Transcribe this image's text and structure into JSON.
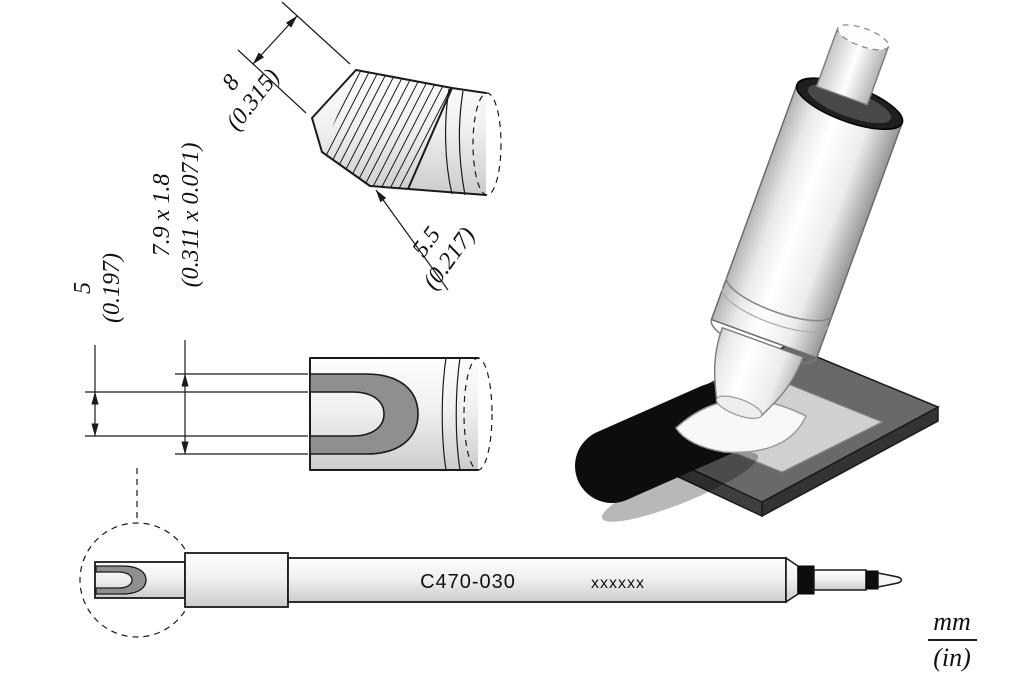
{
  "drawing": {
    "part_number": "C470-030",
    "serial_mask": "xxxxxx",
    "units": {
      "metric": "mm",
      "imperial": "(in)"
    },
    "dimensions": {
      "bevel_length": {
        "mm": "8",
        "in": "(0.315)"
      },
      "face_length": {
        "mm": "5.5",
        "in": "(0.217)"
      },
      "blade_section": {
        "mm": "7.9 x 1.8",
        "in": "(0.311 x 0.071)"
      },
      "slot_width": {
        "mm": "5",
        "in": "(0.197)"
      }
    },
    "colors": {
      "line": "#1a1a1a",
      "slot_shade": "#8f8f8f",
      "plate": "#696969",
      "chip": "#0d0d0d",
      "background": "#ffffff"
    }
  }
}
